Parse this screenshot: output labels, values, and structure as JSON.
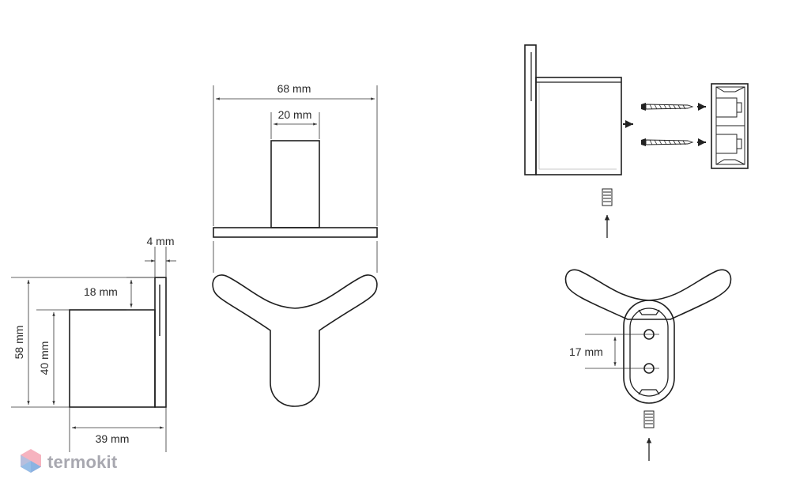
{
  "dimensions": {
    "total_width": "68 mm",
    "stem_width": "20 mm",
    "plate_thickness": "4 mm",
    "top_offset": "18 mm",
    "total_height": "58 mm",
    "body_height": "40 mm",
    "depth": "39 mm",
    "hole_spacing": "17 mm"
  },
  "watermark": {
    "text": "termokit"
  },
  "colors": {
    "line": "#1f1f1f",
    "dimension": "#333333",
    "hidden": "#b8b8b8",
    "logo_pink": "#f4a6b4",
    "logo_blue": "#7fb2e5"
  }
}
